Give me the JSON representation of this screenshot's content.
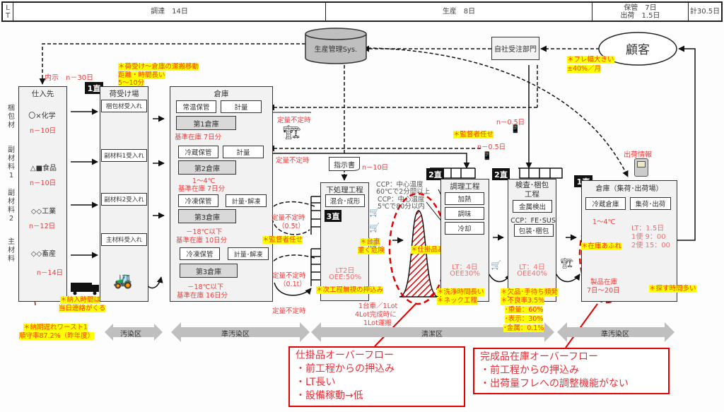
{
  "lt_bar": {
    "label_l": "L",
    "label_t": "T",
    "procurement": "調達　14日",
    "production": "生産　8日",
    "storage": "保管　7日",
    "shipping": "出荷　1.5日",
    "total": "計30.5日"
  },
  "top": {
    "prod_sys": "生産管理Sys.",
    "order_dept": "自社受注部門",
    "customer": "顧客",
    "forecast_note": "内示　n－30日",
    "customer_note1": "＊フレ幅大きい",
    "customer_note2": "±40%／月",
    "receiving_note1": "＊荷受け～倉庫の運搬移動",
    "receiving_note2": "距離・時間長い",
    "receiving_note3": "5～10分"
  },
  "suppliers": {
    "title": "仕入先",
    "rows": [
      {
        "category": [
          "梱",
          "包",
          "材"
        ],
        "name": "〇×化学",
        "lead": "n－10日"
      },
      {
        "category": [
          "副",
          "材",
          "料",
          "1"
        ],
        "name": "△■食品",
        "lead": "n－10日"
      },
      {
        "category": [
          "副",
          "材",
          "料",
          "2"
        ],
        "name": "◇◇工業",
        "lead": "n－12日"
      },
      {
        "category": [
          "主",
          "材",
          "料"
        ],
        "name": "◇◇畜産",
        "lead": "n－14日"
      }
    ],
    "delivery_note1": "＊納入時間は",
    "delivery_note2": "当日連絡がくる",
    "late_note1": "＊納期遅れワースト1",
    "late_note2": "順守率87.2%（昨年度）"
  },
  "receiving": {
    "shift": "1直",
    "title": "荷受け場",
    "items": [
      "梱包材受入れ",
      "副材料1受入れ",
      "副材料2受入れ",
      "主材料受入れ"
    ]
  },
  "warehouse": {
    "title": "倉庫",
    "sections": [
      {
        "storage": "常温保管",
        "op": "計量",
        "name": "第1倉庫",
        "temp": "",
        "stock": "基準在庫 7日分"
      },
      {
        "storage": "冷蔵保管",
        "op": "計量",
        "name": "第2倉庫",
        "temp": "1～4℃",
        "stock": "基準在庫 7日分"
      },
      {
        "storage": "冷凍保管",
        "op": "計量･解凍",
        "name": "第3倉庫",
        "temp": "－18℃以下",
        "stock": "基準在庫 10日分"
      },
      {
        "storage": "冷凍保管",
        "op": "計量･解凍",
        "name": "第3倉庫",
        "temp": "－18℃以下",
        "stock": "基準在庫 16日分"
      }
    ],
    "irregular": "定量不定時",
    "irregular_05": "定量不定時",
    "qty_05": "（0.5t）",
    "irregular_01": "定量不定時",
    "qty_01": "（0.1t）",
    "supervisor_note": "＊監督者任せ"
  },
  "instruction": {
    "label": "指示書",
    "lead": "n－10日"
  },
  "pre_process": {
    "title": "下処理工程",
    "op": "混合･成形",
    "shift": "3直",
    "lt": "LT2日",
    "oee": "OEE:50%",
    "cart_note1": "＊台車",
    "cart_note2": "重く危険",
    "push_note": "＊次工程無視の押込み",
    "transport1": "1台車／1Lot",
    "transport2": "4Lot完成時に",
    "transport3": "1Lot運搬"
  },
  "ccp": {
    "line1a": "CCP：中心温度",
    "line1b": "60℃で2分間以上",
    "line2a": "CCP：中心温度",
    "line2b": "5℃で80分以内"
  },
  "wip_note": "＊仕掛品あふれ",
  "cooking": {
    "shift": "2直",
    "title": "調理工程",
    "ops": [
      "加熱",
      "調味",
      "冷却"
    ],
    "lt": "LT：4日",
    "oee": "OEE30%",
    "note1": "＊洗浄時間長い",
    "note2": "＊ネック工程",
    "supervisor_note": "＊監督者任せ",
    "lead1": "n－0.5日",
    "lead2": "n－0.5日"
  },
  "inspection": {
    "shift": "2直",
    "title1": "検査･梱包",
    "title2": "工程",
    "op1": "金属検出",
    "ccp": "CCP：FE･SUS",
    "op2": "包装･梱包",
    "lt": "LT：4日",
    "oee": "OEE40%",
    "notes": [
      "＊欠品･手待ち頻発",
      "＊不良率3.5%",
      "･重量：60%",
      "･表示：30%",
      "･金属：0.1%"
    ]
  },
  "shipping_wh": {
    "shift": "1直",
    "title": "倉庫（集荷･出荷場）",
    "storage": "冷蔵倉庫",
    "op": "集荷･出荷",
    "temp": "1～4℃",
    "overflow_note": "＊在庫あふれ",
    "stock1": "製品在庫",
    "stock2": "7日～20日",
    "lt": "LT：1.5日",
    "trip1": "1便 9：00",
    "trip2": "2便 15：00",
    "search_note": "＊探す時間多い",
    "ship_info": "出荷情報"
  },
  "zones": [
    "汚染区",
    "準汚染区",
    "清潔区",
    "準汚染区"
  ],
  "callouts": {
    "wip": {
      "title": "仕掛品オーバーフロー",
      "items": [
        "・前工程からの押込み",
        "・LT長い",
        "・設備稼動→低"
      ]
    },
    "fg": {
      "title": "完成品在庫オーバーフロー",
      "items": [
        "・前工程からの押込み",
        "・出荷量フレへの調整機能がない"
      ]
    }
  },
  "colors": {
    "red": "#f03c3c",
    "highlight": "#ffff00",
    "highlight_text": "#ff3b00",
    "box_fill": "#f2f2f2",
    "zone_arrow": "#bfbfbf"
  }
}
